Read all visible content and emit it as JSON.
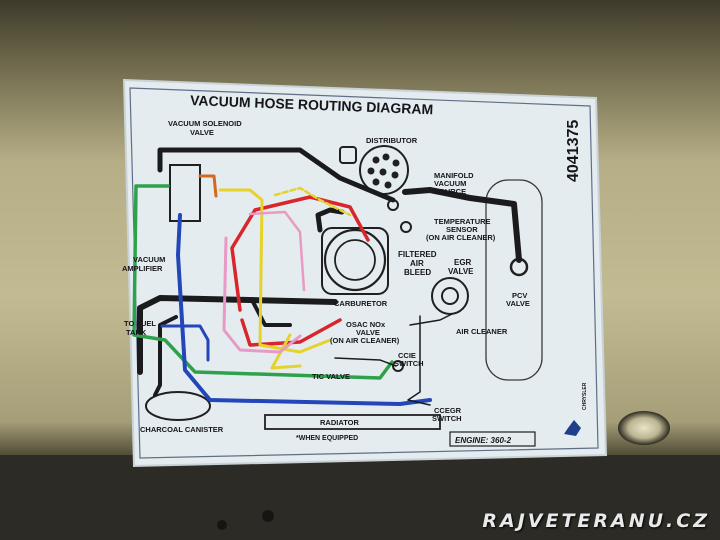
{
  "photo": {
    "subject": "vacuum-hose-routing-decal-on-car-hood",
    "colors": {
      "panel": "#c2bb92",
      "panel_dark": "#6f6a4c",
      "decal": "#e4ecef",
      "hose_black": "#1b1b1e",
      "hose_red": "#d8262b",
      "hose_green": "#2ea24b",
      "hose_blue": "#2346b8",
      "hose_yellow": "#e5d32c",
      "hose_pink": "#e79ac3",
      "hose_orange": "#d2691e"
    }
  },
  "decal": {
    "title": "VACUUM HOSE ROUTING DIAGRAM",
    "part_number": "4041375",
    "labels": {
      "vacuum_solenoid_valve": [
        "VACUUM SOLENOID",
        "VALVE"
      ],
      "distributor": "DISTRIBUTOR",
      "manifold_vacuum_source": [
        "MANIFOLD",
        "VACUUM",
        "SOURCE"
      ],
      "temperature_sensor": [
        "TEMPERATURE",
        "SENSOR",
        "(ON AIR CLEANER)"
      ],
      "filtered_air_bleed": [
        "FILTERED",
        "AIR",
        "BLEED"
      ],
      "egr_valve": [
        "EGR",
        "VALVE"
      ],
      "vacuum_amplifier": [
        "VACUUM",
        "AMPLIFIER"
      ],
      "carburetor": "CARBURETOR",
      "osac_valve": [
        "OSAC NOx",
        "VALVE",
        "(ON AIR CLEANER)"
      ],
      "air_cleaner": "AIR CLEANER",
      "pcv_valve": [
        "PCV",
        "VALVE"
      ],
      "to_fuel_tank": [
        "TO FUEL",
        "TANK"
      ],
      "ccie_switch": [
        "CCIE",
        "SWITCH"
      ],
      "tic_valve": "TIC VALVE",
      "ccegr_switch": [
        "CCEGR",
        "SWITCH"
      ],
      "charcoal_canister": "CHARCOAL CANISTER",
      "radiator": "RADIATOR",
      "when_equipped": "*WHEN EQUIPPED",
      "engine": "ENGINE: 360-2",
      "brand": "CHRYSLER"
    }
  },
  "watermark": "RAJVETERANU.CZ"
}
